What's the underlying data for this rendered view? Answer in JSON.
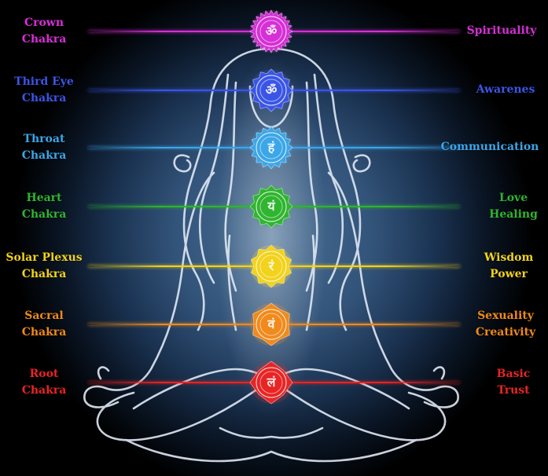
{
  "chakras": [
    {
      "name": [
        "Crown",
        "Chakra"
      ],
      "meaning": [
        "Spirituality"
      ],
      "color": "#d62fd6",
      "glyph": "ॐ"
    },
    {
      "name": [
        "Third Eye",
        "Chakra"
      ],
      "meaning": [
        "Awarenes"
      ],
      "color": "#3a55e6",
      "glyph": "ॐ"
    },
    {
      "name": [
        "Throat",
        "Chakra"
      ],
      "meaning": [
        "Communication"
      ],
      "color": "#3ba6e8",
      "glyph": "हं"
    },
    {
      "name": [
        "Heart",
        "Chakra"
      ],
      "meaning": [
        "Love",
        "Healing"
      ],
      "color": "#2fb52f",
      "glyph": "यं"
    },
    {
      "name": [
        "Solar Plexus",
        "Chakra"
      ],
      "meaning": [
        "Wisdom",
        "Power"
      ],
      "color": "#f2d21c",
      "glyph": "रं"
    },
    {
      "name": [
        "Sacral",
        "Chakra"
      ],
      "meaning": [
        "Sexuality",
        "Creativity"
      ],
      "color": "#f08a1c",
      "glyph": "वं"
    },
    {
      "name": [
        "Root",
        "Chakra"
      ],
      "meaning": [
        "Basic",
        "Trust"
      ],
      "color": "#e82424",
      "glyph": "लं"
    }
  ]
}
